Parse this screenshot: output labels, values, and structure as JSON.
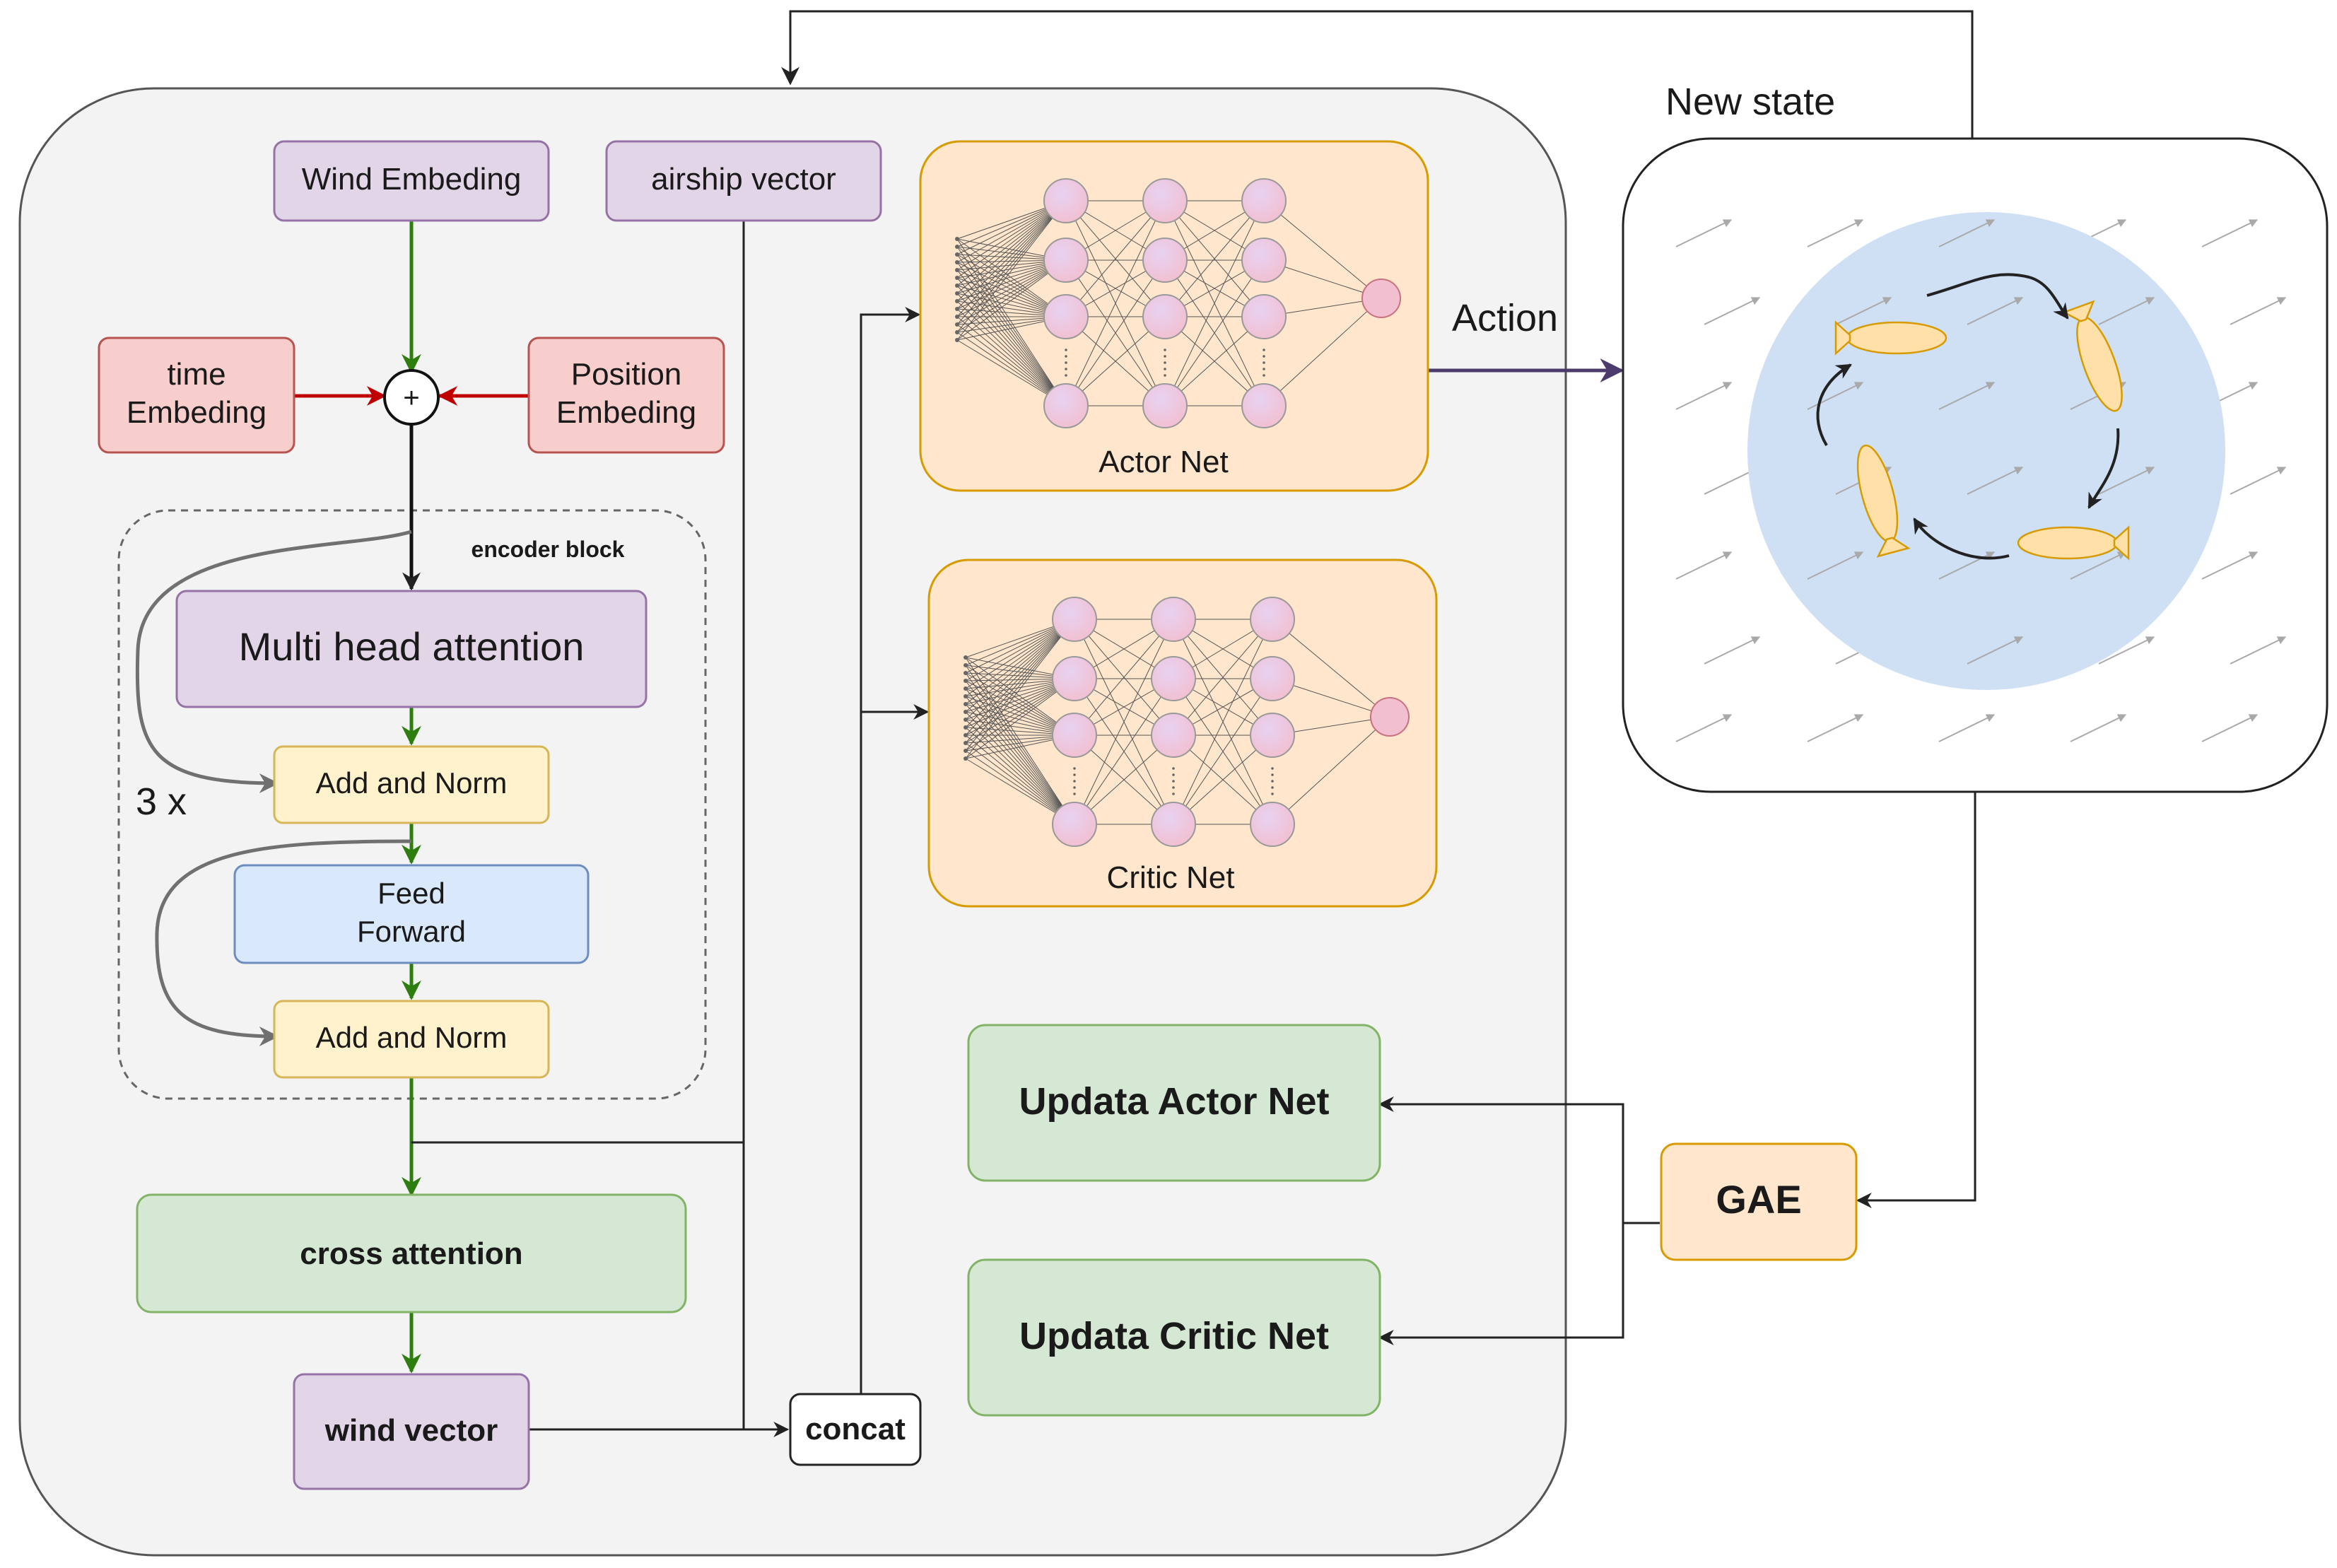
{
  "nodes": {
    "wind_embedding": "Wind Embeding",
    "airship_vector": "airship vector",
    "time_embedding": [
      "time",
      "Embeding"
    ],
    "plus_symbol": "+",
    "position_embedding": [
      "Position",
      "Embeding"
    ],
    "encoder_block": "encoder block",
    "multi_head_attention": "Multi head attention",
    "add_norm_1": "Add and Norm",
    "feed_forward": [
      "Feed",
      "Forward"
    ],
    "add_norm_2": "Add and Norm",
    "repeat_label": "3 x",
    "cross_attention": "cross attention",
    "wind_vector": "wind vector",
    "concat": "concat",
    "actor_net": "Actor Net",
    "critic_net": "Critic Net",
    "action": "Action",
    "new_state": "New state",
    "update_actor": "Updata Actor Net",
    "update_critic": "Updata Critic Net",
    "gae": "GAE"
  },
  "colors": {
    "purple_fill": "#e1d5e7",
    "purple_stroke": "#9673a6",
    "red_fill": "#f8cecc",
    "red_stroke": "#b85450",
    "yellow_fill": "#fff2cc",
    "yellow_stroke": "#d6b656",
    "blue_fill": "#dae8fc",
    "blue_stroke": "#6c8ebf",
    "green_fill": "#d5e8d4",
    "green_stroke": "#82b366",
    "orange_fill": "#ffe6cc",
    "orange_stroke": "#d79b00",
    "green_arrow": "#2e7d0f",
    "red_arrow": "#c00000",
    "action_arrow": "#4b3a6b",
    "environment_disc": "#cfe0f5",
    "airship": "#ffe0a8"
  },
  "icons": [
    "neural-network-icon",
    "airship-icon",
    "wind-arrow-icon"
  ]
}
